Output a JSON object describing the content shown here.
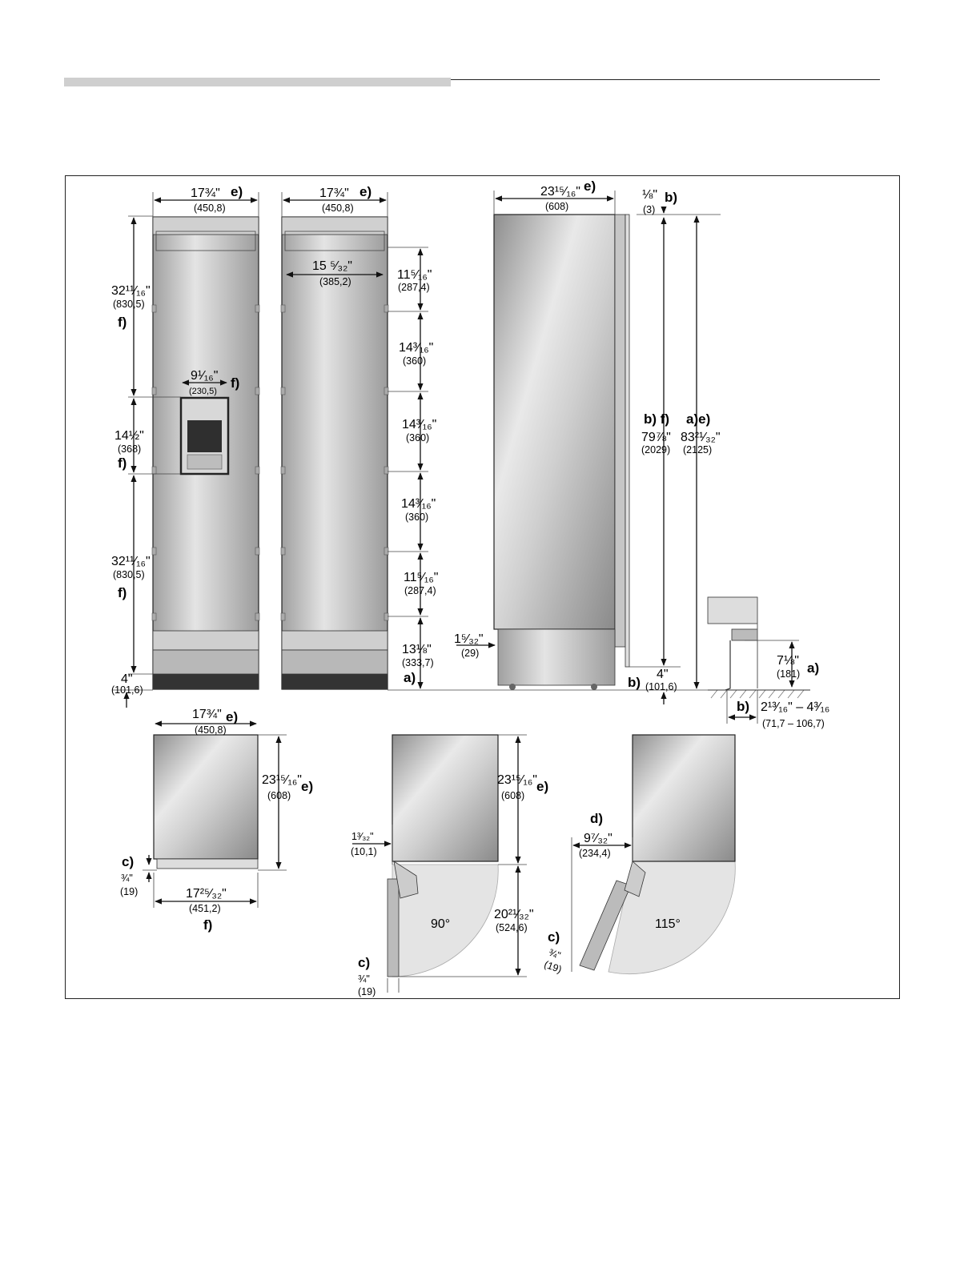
{
  "dimensions": {
    "door_width_1": {
      "imperial": "17¾\"",
      "metric": "(450,8)",
      "ref": "e)"
    },
    "door_width_2": {
      "imperial": "17¾\"",
      "metric": "(450,8)",
      "ref": "e)"
    },
    "depth_side": {
      "imperial": "23¹⁵⁄₁₆\"",
      "metric": "(608)",
      "ref": "e)"
    },
    "top_gap": {
      "imperial": "⅛\"",
      "metric": "(3)",
      "ref": "b)"
    },
    "upper_hinge": {
      "imperial": "32¹¹⁄₁₆\"",
      "metric": "(830,5)",
      "ref": "f)"
    },
    "dispenser_width": {
      "imperial": "9¹⁄₁₆\"",
      "metric": "(230,5)",
      "ref": "f)"
    },
    "dispenser_height": {
      "imperial": "14½\"",
      "metric": "(368)",
      "ref": "f)"
    },
    "lower_hinge": {
      "imperial": "32¹¹⁄₁₆\"",
      "metric": "(830,5)",
      "ref": "f)"
    },
    "base_left": {
      "imperial": "4\"",
      "metric": "(101,6)"
    },
    "bracket_span": {
      "imperial": "15 ⁵⁄₃₂\"",
      "metric": "(385,2)"
    },
    "seg_1": {
      "imperial": "11⁵⁄₁₆\"",
      "metric": "(287,4)"
    },
    "seg_2": {
      "imperial": "14³⁄₁₆\"",
      "metric": "(360)"
    },
    "seg_3": {
      "imperial": "14³⁄₁₆\"",
      "metric": "(360)"
    },
    "seg_4": {
      "imperial": "14³⁄₁₆\"",
      "metric": "(360)"
    },
    "seg_5": {
      "imperial": "11⁵⁄₁₆\"",
      "metric": "(287,4)"
    },
    "seg_base": {
      "imperial": "13⅛\"",
      "metric": "(333,7)",
      "ref": "a)"
    },
    "toe_kick": {
      "imperial": "1⁵⁄₃₂\"",
      "metric": "(29)"
    },
    "height_unit": {
      "imperial": "79⅞\"",
      "metric": "(2029)",
      "ref": "b) f)"
    },
    "height_total": {
      "imperial": "83²¹⁄₃₂\"",
      "metric": "(2125)",
      "ref": "a)e)"
    },
    "base_right": {
      "imperial": "4\"",
      "metric": "(101,6)",
      "ref": "b)"
    },
    "plinth_height": {
      "imperial": "7⅛\"",
      "metric": "(181)",
      "ref": "a)"
    },
    "plinth_depth": {
      "imperial": "2¹³⁄₁₆\" – 4³⁄₁₆",
      "metric": "(71,7 – 106,7)",
      "ref": "b)"
    },
    "top_width": {
      "imperial": "17¾\"",
      "metric": "(450,8)",
      "ref": "e)"
    },
    "top_depth": {
      "imperial": "23¹⁵⁄₁₆\"",
      "metric": "(608)",
      "ref": "e)"
    },
    "top_overhang": {
      "imperial": "¾\"",
      "metric": "(19)",
      "ref": "c)"
    },
    "top_door_width": {
      "imperial": "17²⁵⁄₃₂\"",
      "metric": "(451,2)",
      "ref": "f)"
    },
    "open90_depth": {
      "imperial": "23¹⁵⁄₁₆\"",
      "metric": "(608)",
      "ref": "e)"
    },
    "open90_offset": {
      "imperial": "1³⁄₃₂\"",
      "metric": "(10,1)"
    },
    "open90_swing": {
      "imperial": "20²¹⁄₃₂\"",
      "metric": "(524,6)"
    },
    "open90_angle": "90°",
    "open90_door": {
      "imperial": "¾\"",
      "metric": "(19)",
      "ref": "c)"
    },
    "open115_clear": {
      "imperial": "9⁷⁄₃₂\"",
      "metric": "(234,4)",
      "ref": "d)"
    },
    "open115_angle": "115°",
    "open115_door": {
      "imperial": "¾\"",
      "metric": "(19)",
      "ref": "c)"
    }
  },
  "colors": {
    "panel_light": "#e6e6e6",
    "panel_dark": "#9a9a9a",
    "line": "#111111",
    "swing": "#e4e4e4"
  }
}
